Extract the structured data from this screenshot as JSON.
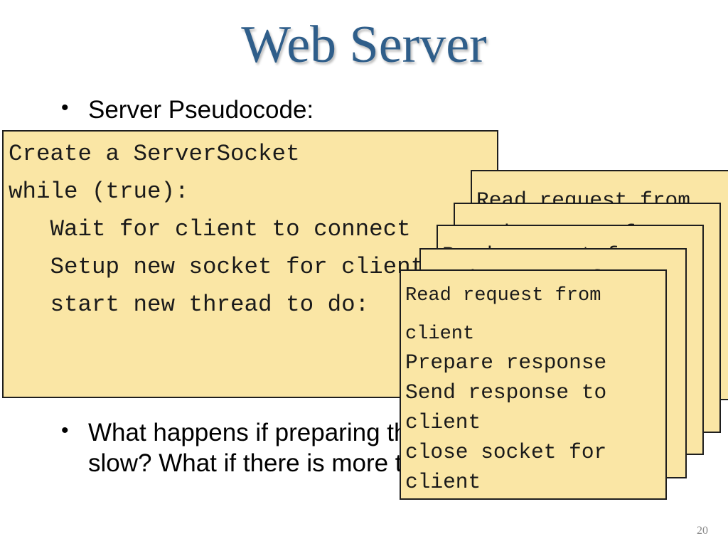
{
  "slide": {
    "title": "Web Server",
    "bullet1": "Server Pseudocode:",
    "bullet2_line1": "What happens if preparing the response is",
    "bullet2_line2": "slow? What if there is more than one client?",
    "bullet_symbol": "•",
    "page_number": "20"
  },
  "main_code": {
    "lines": [
      "Create a ServerSocket",
      "while (true):",
      "   Wait for client to connect",
      "   Setup new socket for client",
      "   start new thread to do:"
    ]
  },
  "thread_box": {
    "lines": [
      "Read request from",
      "client",
      "Prepare response",
      "Send response to",
      "client",
      "close socket for",
      "client"
    ]
  },
  "colors": {
    "title": "#2f5e8a",
    "box_fill": "#fae6a5",
    "box_border": "#1e1e1e"
  }
}
